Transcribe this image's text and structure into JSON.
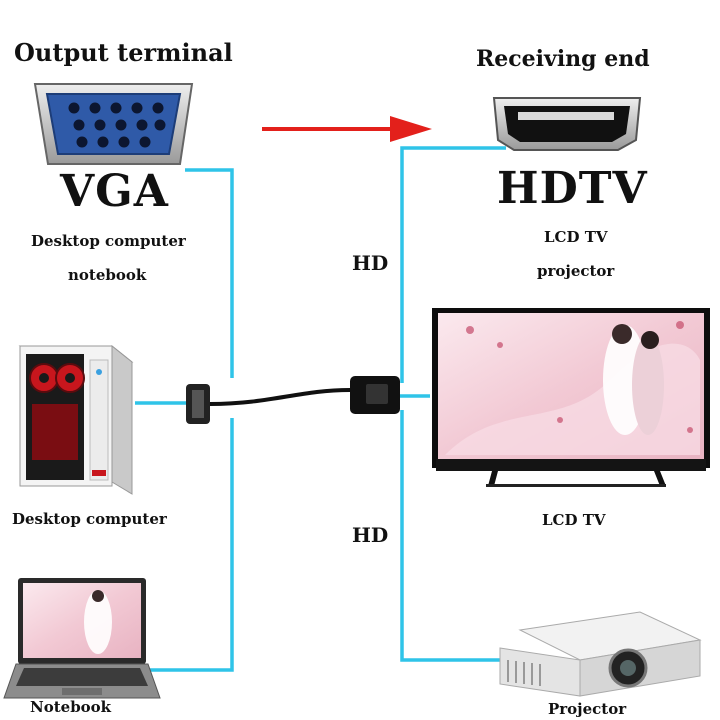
{
  "titles": {
    "output": "Output terminal",
    "receiving": "Receiving end",
    "vga": "VGA",
    "hdtv": "HDTV"
  },
  "source_labels": {
    "desktop_computer": "Desktop computer",
    "notebook": "notebook"
  },
  "target_labels": {
    "lcd_tv": "LCD TV",
    "projector": "projector"
  },
  "signal_labels": {
    "hd_top": "HD",
    "hd_bottom": "HD"
  },
  "device_labels": {
    "desktop": "Desktop computer",
    "lcd_tv": "LCD TV",
    "notebook": "Notebook",
    "projector": "Projector"
  },
  "colors": {
    "line": "#2fc4e8",
    "arrow": "#e3201b",
    "vga_blue": "#2f5aa8",
    "hdmi_black": "#111111"
  }
}
